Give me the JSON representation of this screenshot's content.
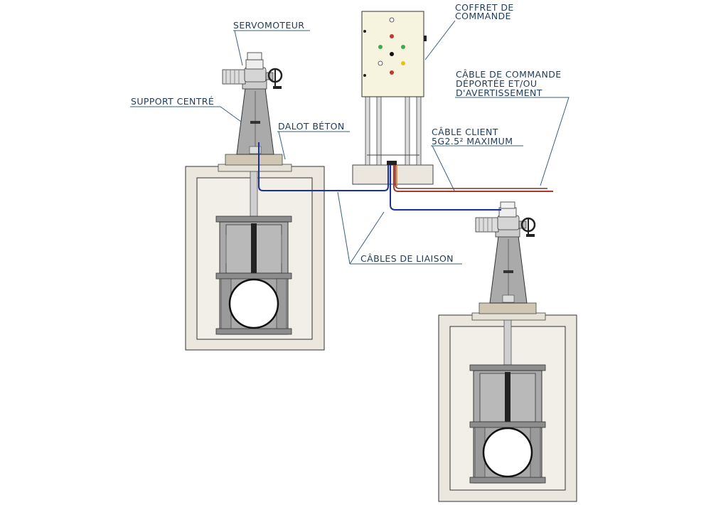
{
  "labels": {
    "servomoteur": "SERVOMOTEUR",
    "support_centre": "SUPPORT CENTRÉ",
    "dalot_beton": "DALOT BÉTON",
    "coffret_line1": "COFFRET DE",
    "coffret_line2": "COMMANDE",
    "cable_commande_line1": "CÂBLE DE COMMANDE",
    "cable_commande_line2": "DÉPORTÉE ET/OU",
    "cable_commande_line3": "D'AVERTISSEMENT",
    "cable_client_line1": "CÂBLE CLIENT",
    "cable_client_line2": "5G2.5² MAXIMUM",
    "cables_liaison": "CÂBLES DE LIAISON"
  },
  "colors": {
    "label_text": "#1f3a5a",
    "leader_line": "#3a5f7f",
    "concrete_fill": "#ebe7df",
    "concrete_inner": "#efece6",
    "base_plate": "#cfc6b4",
    "gate_gray": "#a9a9a9",
    "cabinet_fill": "#f6f4df",
    "cable_blue": "#1a2fa0",
    "cable_red": "#b2352b",
    "cable_orange": "#e0782a",
    "lamp_green": "#3ea84a",
    "lamp_red": "#c0392b",
    "lamp_yellow": "#e3c21c",
    "lamp_black": "#111111"
  }
}
